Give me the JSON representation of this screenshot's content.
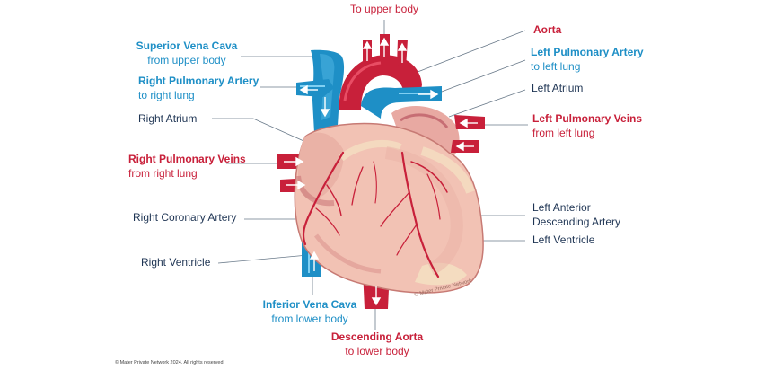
{
  "labels": {
    "to_upper_body": "To upper body",
    "aorta": "Aorta",
    "superior_vena_cava": {
      "title": "Superior Vena Cava",
      "sub": "from upper body"
    },
    "right_pulmonary_artery": {
      "title": "Right Pulmonary Artery",
      "sub": "to right lung"
    },
    "right_atrium": "Right Atrium",
    "right_pulmonary_veins": {
      "title": "Right Pulmonary Veins",
      "sub": "from right lung"
    },
    "right_coronary_artery": "Right Coronary Artery",
    "right_ventricle": "Right Ventricle",
    "inferior_vena_cava": {
      "title": "Inferior Vena Cava",
      "sub": "from lower body"
    },
    "descending_aorta": {
      "title": "Descending Aorta",
      "sub": "to lower body"
    },
    "left_pulmonary_artery": {
      "title": "Left Pulmonary Artery",
      "sub": "to left lung"
    },
    "left_atrium": "Left Atrium",
    "left_pulmonary_veins": {
      "title": "Left Pulmonary Veins",
      "sub": "from left lung"
    },
    "left_anterior_descending_artery": {
      "line1": "Left Anterior",
      "line2": "Descending Artery"
    },
    "left_ventricle": "Left Ventricle"
  },
  "watermark": "© Mater Private Network",
  "copyright": "© Mater Private Network 2024. All rights reserved.",
  "colors": {
    "artery_red": "#c8203a",
    "vein_blue": "#1e8fc6",
    "label_navy": "#1f3554",
    "heart_muscle": "#f2c2b4",
    "heart_shadow": "#d88c88",
    "fat_yellow": "#f4dcc0"
  }
}
